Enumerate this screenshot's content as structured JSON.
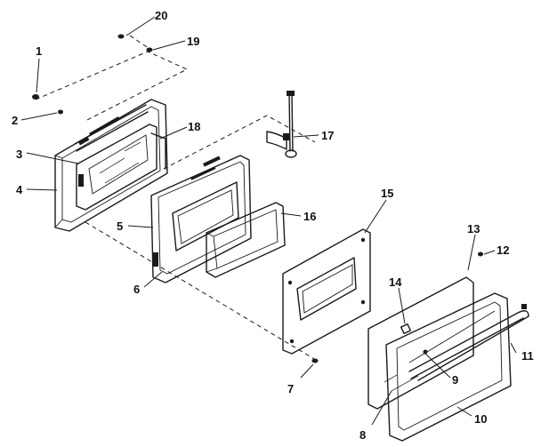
{
  "callouts": {
    "c1": "1",
    "c2": "2",
    "c3": "3",
    "c4": "4",
    "c5": "5",
    "c6": "6",
    "c7": "7",
    "c8": "8",
    "c9": "9",
    "c10": "10",
    "c11": "11",
    "c12": "12",
    "c13": "13",
    "c14": "14",
    "c15": "15",
    "c16": "16",
    "c17": "17",
    "c18": "18",
    "c19": "19",
    "c20": "20"
  },
  "colors": {
    "ink": "#1a1a1a",
    "background": "#ffffff"
  }
}
